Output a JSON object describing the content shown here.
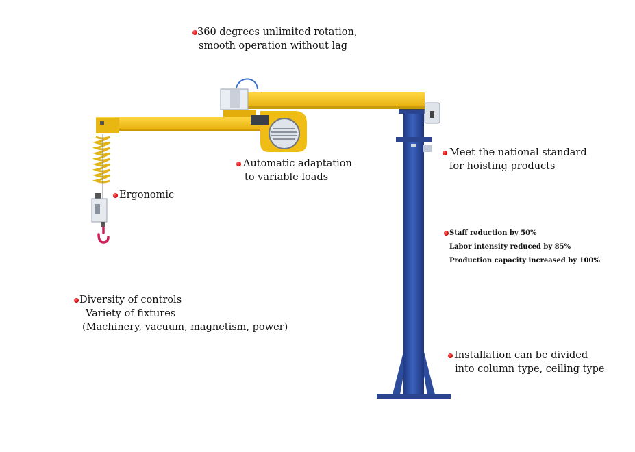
{
  "callouts": {
    "rotation": {
      "lines": [
        "360 degrees unlimited rotation,",
        "smooth operation without lag"
      ]
    },
    "adaptation": {
      "lines": [
        "Automatic adaptation",
        "to variable loads"
      ]
    },
    "standard": {
      "lines": [
        "Meet the national standard",
        "for hoisting products"
      ]
    },
    "ergonomic": {
      "lines": [
        "Ergonomic"
      ]
    },
    "staff": {
      "lines": [
        "Staff reduction by 50%",
        "Labor intensity reduced by 85%",
        "Production capacity increased by 100%"
      ]
    },
    "controls": {
      "lines": [
        "Diversity of controls",
        "Variety of fixtures",
        "(Machinery, vacuum, magnetism, power)"
      ]
    },
    "installation": {
      "lines": [
        "Installation can be divided",
        "into column type, ceiling type"
      ]
    }
  },
  "colors": {
    "arm_yellow": "#f2c21b",
    "column_blue": "#2f4fa0",
    "bullet_red": "#e00000",
    "hook_red": "#d0205a"
  },
  "icons": [
    "bullet-dot-icon",
    "hook-icon"
  ]
}
